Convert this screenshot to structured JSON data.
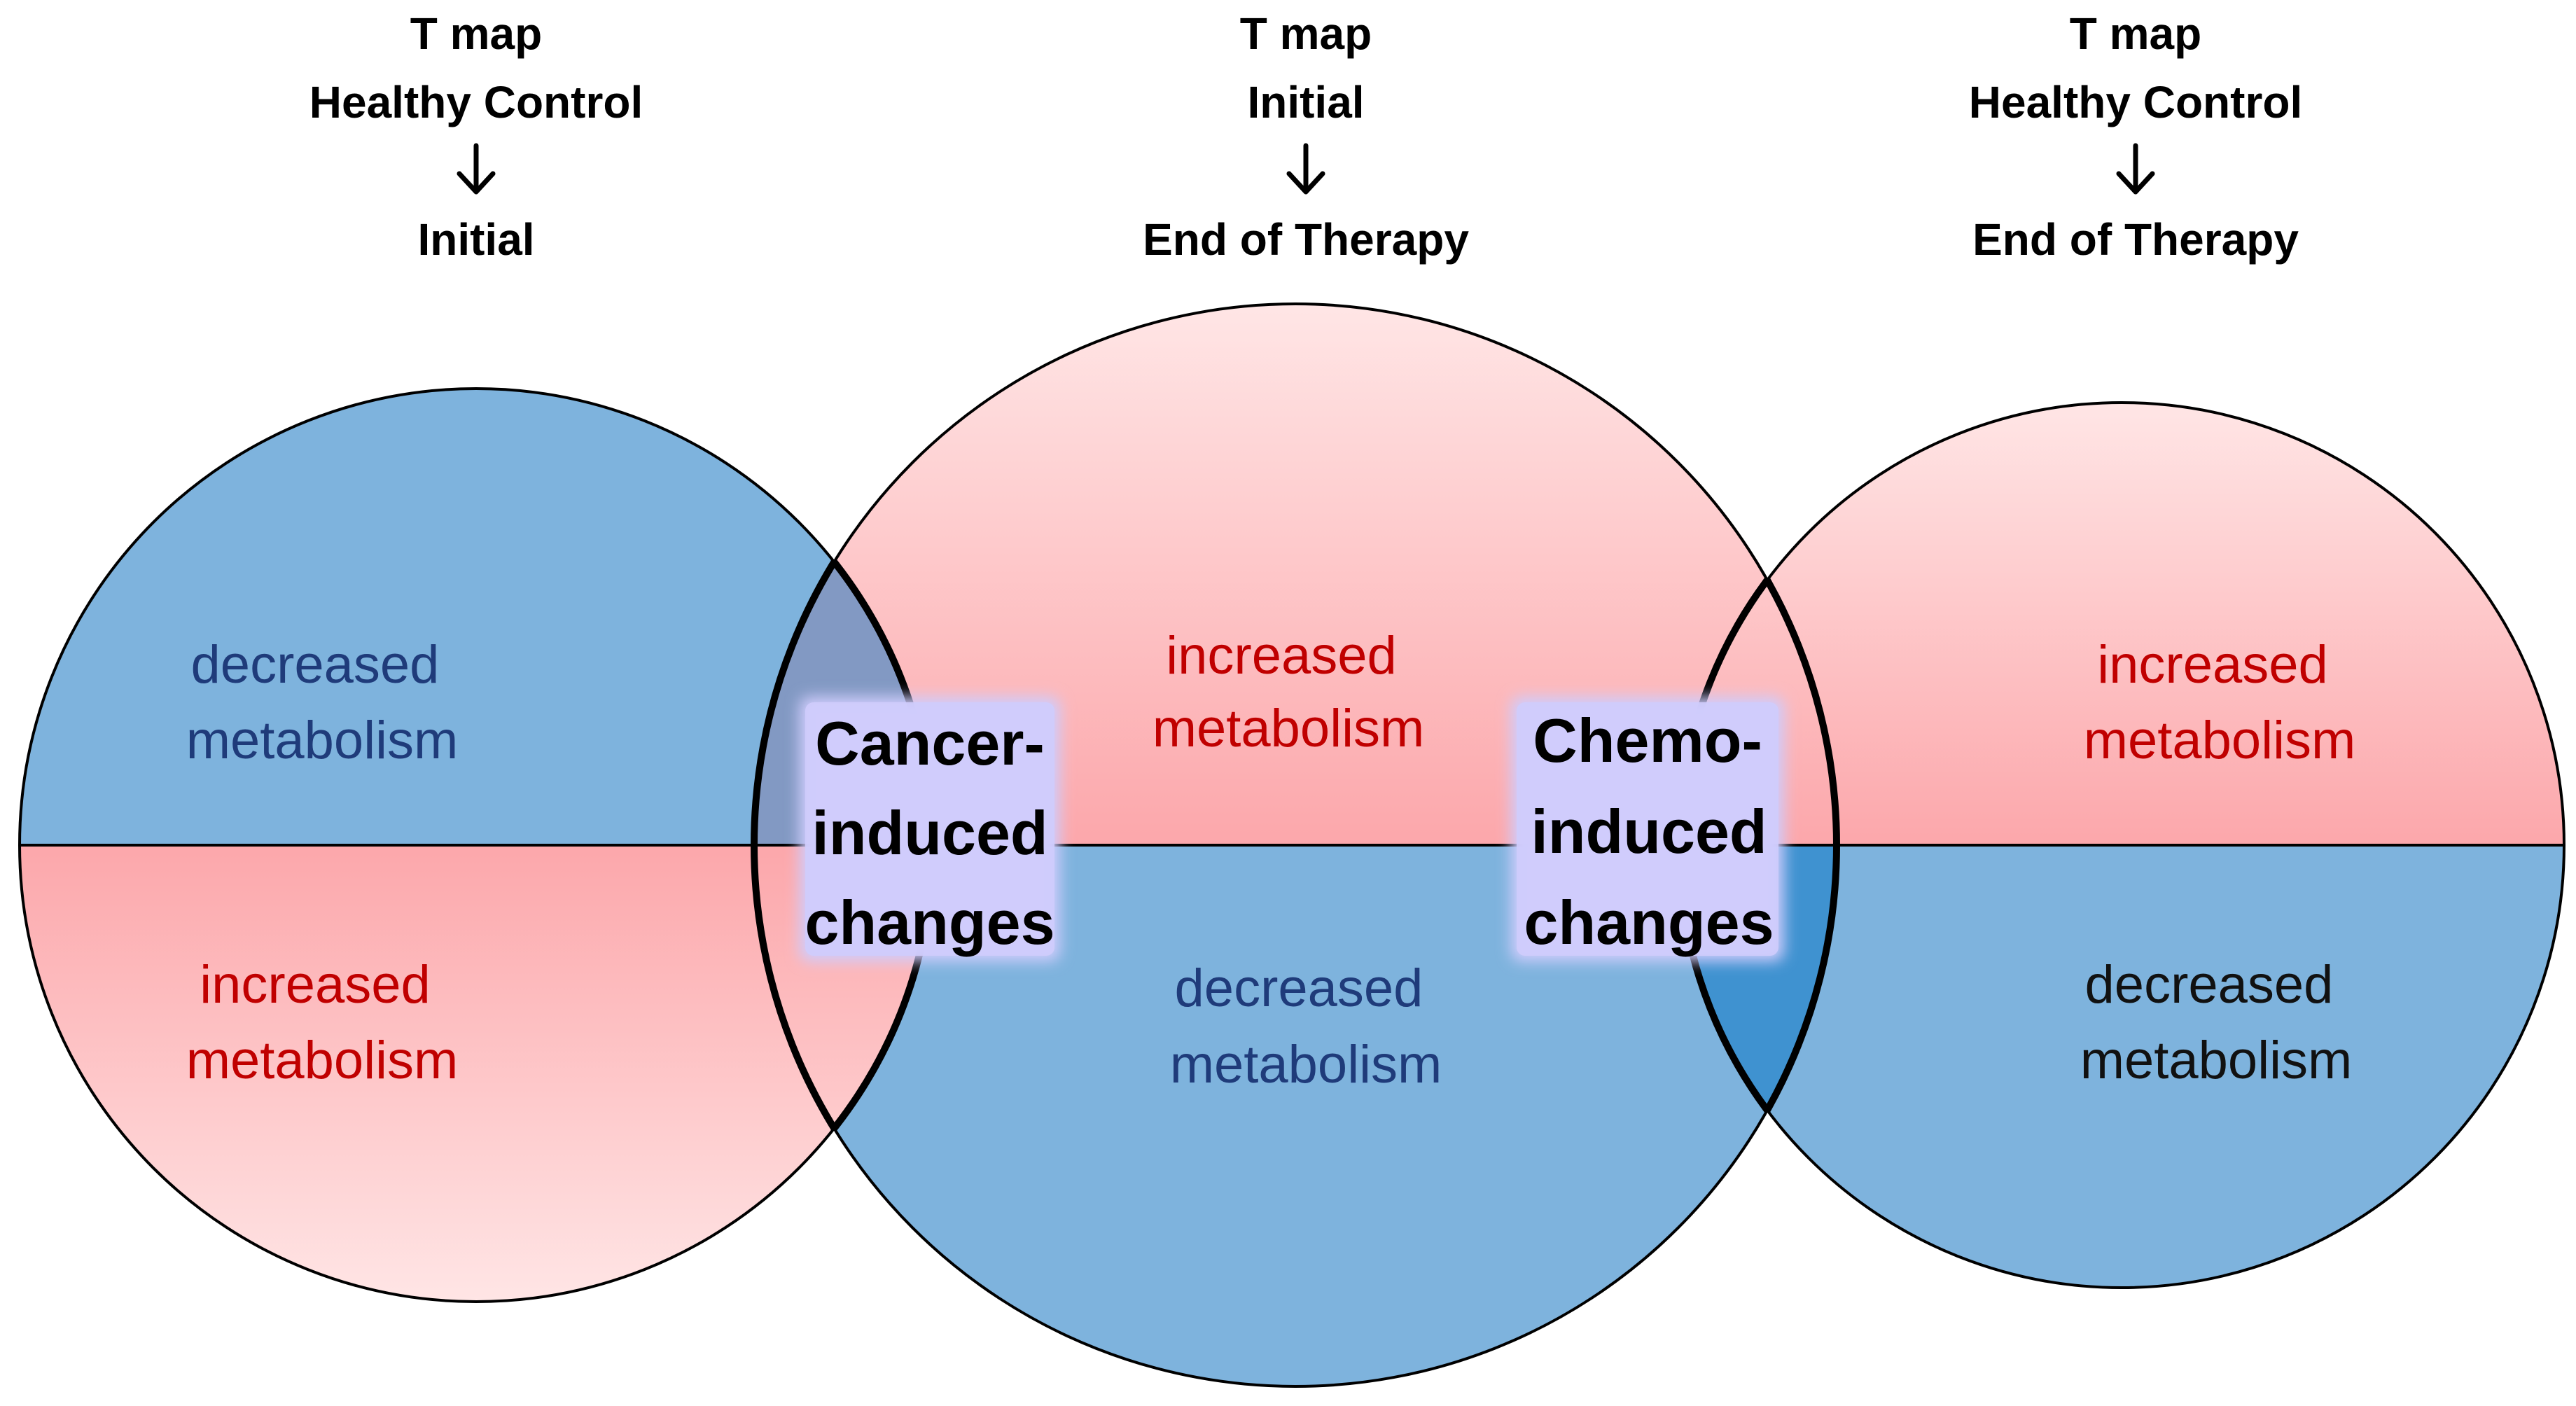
{
  "columns": [
    {
      "header": {
        "line1": "T map",
        "line2": "Healthy Control",
        "line3": "Initial"
      },
      "top_label": {
        "line1": "decreased",
        "line2": "metabolism"
      },
      "bottom_label": {
        "line1": "increased",
        "line2": "metabolism"
      }
    },
    {
      "header": {
        "line1": "T map",
        "line2": "Initial",
        "line3": "End of Therapy"
      },
      "top_label": {
        "line1": "increased",
        "line2": "metabolism"
      },
      "bottom_label": {
        "line1": "decreased",
        "line2": "metabolism"
      }
    },
    {
      "header": {
        "line1": "T map",
        "line2": "Healthy Control",
        "line3": "End of Therapy"
      },
      "top_label": {
        "line1": "increased",
        "line2": "metabolism"
      },
      "bottom_label": {
        "line1": "decreased",
        "line2": "metabolism"
      }
    }
  ],
  "overlaps": [
    {
      "line1": "Cancer-",
      "line2": "induced",
      "line3": "changes"
    },
    {
      "line1": "Chemo-",
      "line2": "induced",
      "line3": "changes"
    }
  ],
  "colors": {
    "blue": "#7EB3DD",
    "blue_dark_overlap": "#3F92D0",
    "blue_red_overlap": "#8299C3",
    "pink_top": "#FFE6E6",
    "pink_bottom": "#FCA7AB",
    "label_box": "#CFCCFC",
    "text_blue": "#1F3B7A",
    "text_red": "#C00000",
    "text_black": "#111111",
    "outline": "#000000"
  }
}
